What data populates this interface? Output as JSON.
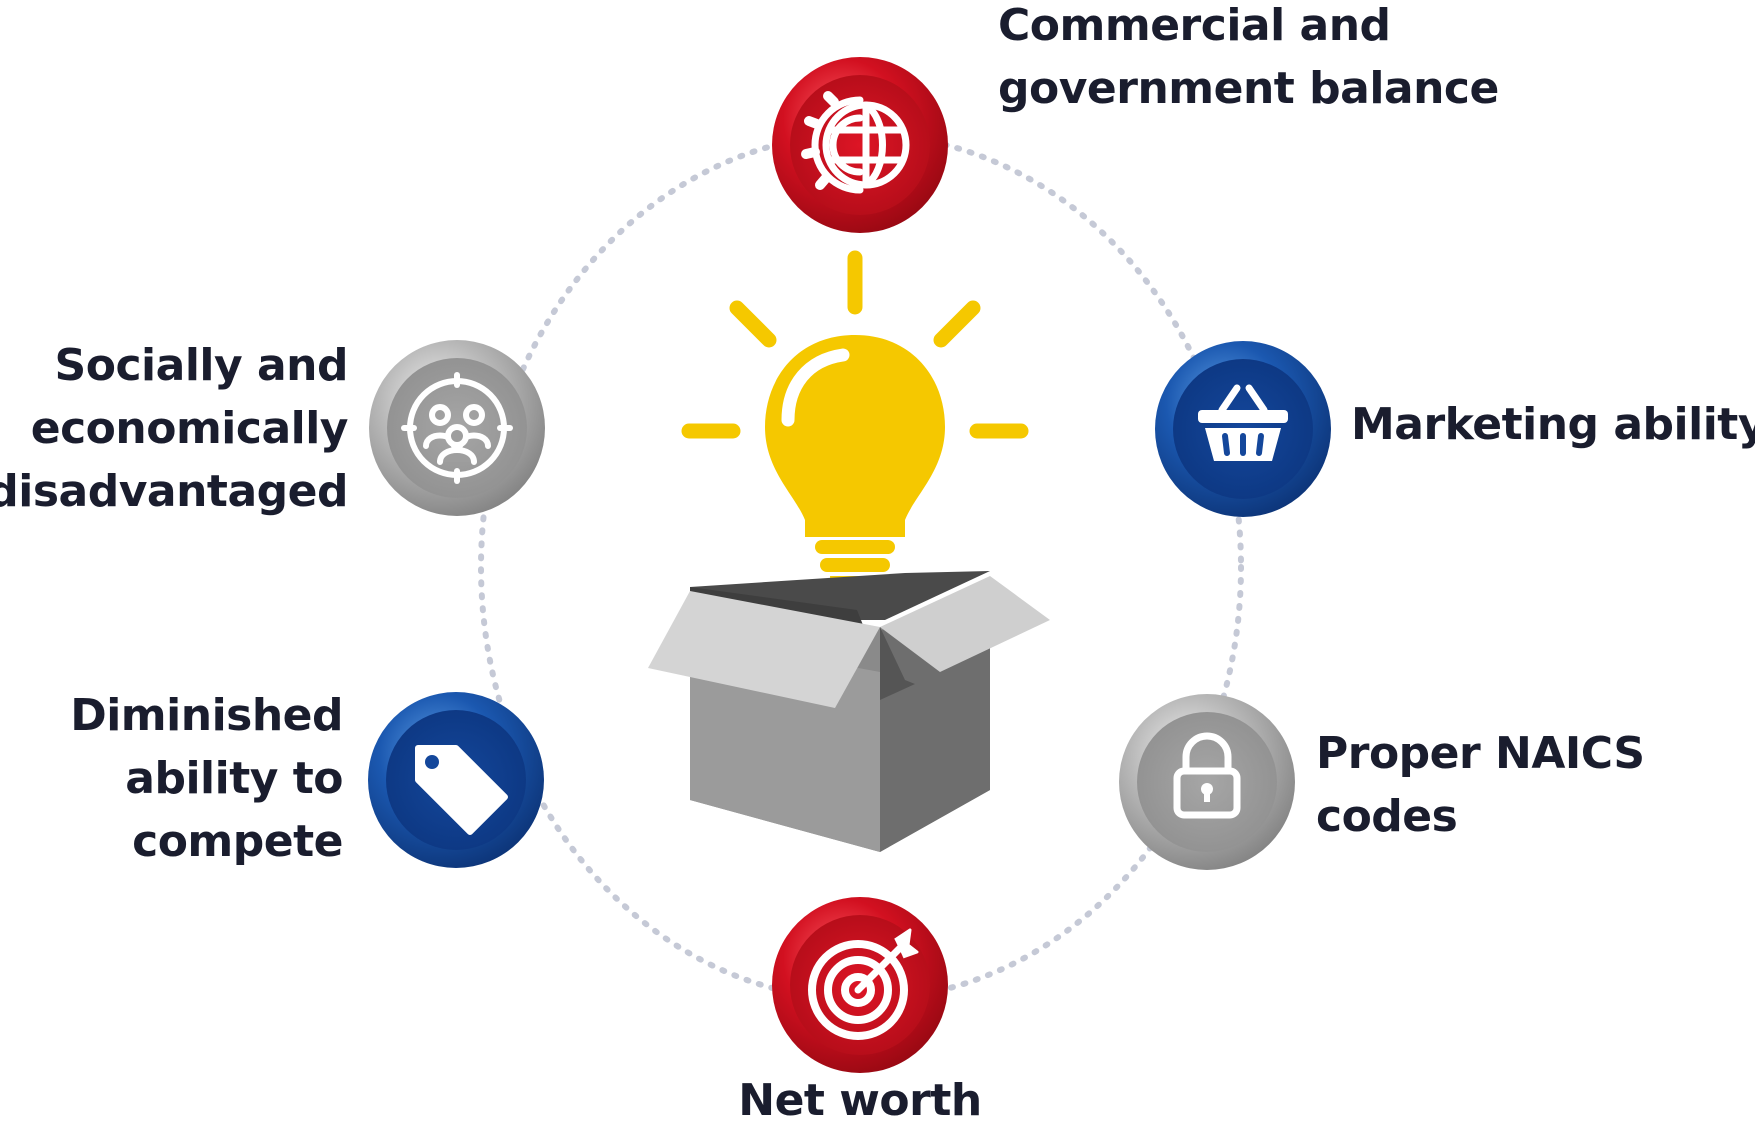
{
  "nodes": [
    {
      "id": "commercial",
      "lines": [
        "Commercial and",
        "government balance"
      ],
      "icon": "gear-globe-icon",
      "theme": "red"
    },
    {
      "id": "marketing",
      "lines": [
        "Marketing ability"
      ],
      "icon": "shopping-basket-icon",
      "theme": "blue"
    },
    {
      "id": "naics",
      "lines": [
        "Proper NAICS",
        "codes"
      ],
      "icon": "padlock-icon",
      "theme": "silver"
    },
    {
      "id": "networth",
      "lines": [
        "Net worth"
      ],
      "icon": "target-arrow-icon",
      "theme": "red"
    },
    {
      "id": "compete",
      "lines": [
        "Diminished",
        "ability to",
        "compete"
      ],
      "icon": "price-tag-icon",
      "theme": "blue"
    },
    {
      "id": "social",
      "lines": [
        "Socially and",
        "economically",
        "disadvantaged"
      ],
      "icon": "people-group-icon",
      "theme": "silver"
    }
  ],
  "center": {
    "icon": "lightbulb-box-icon"
  },
  "colors": {
    "red": "#c8101e",
    "blue": "#0e3d8c",
    "silver": "#9a9a9a",
    "bulb": "#f5c800",
    "ring": "#c5c9d6",
    "text": "#1a1d2e"
  }
}
